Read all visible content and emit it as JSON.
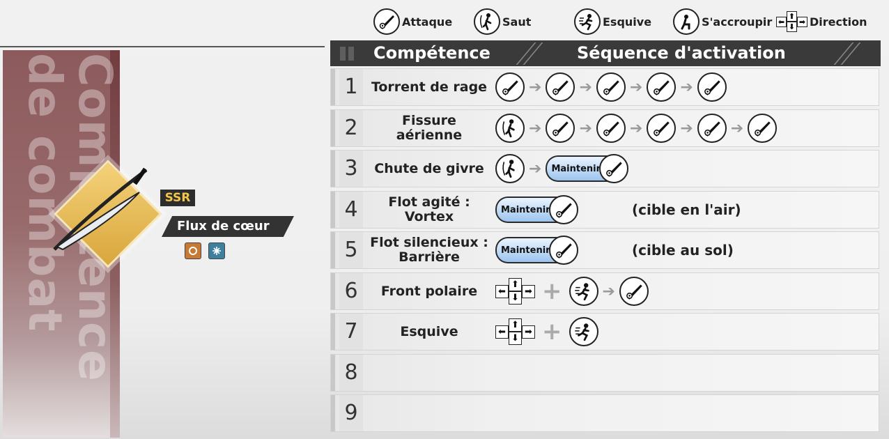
{
  "legend": {
    "attack": "Attaque",
    "jump": "Saut",
    "dodge": "Esquive",
    "crouch": "S'accroupir",
    "direction": "Direction"
  },
  "banner": {
    "line1": "Compétence",
    "line2": "de combat"
  },
  "weapon": {
    "rarity": "SSR",
    "name": "Flux de cœur"
  },
  "table": {
    "header_skill": "Compétence",
    "header_sequence": "Séquence d'activation"
  },
  "hold_label": "Maintenir",
  "rows": [
    {
      "num": "1",
      "name": "Torrent de rage",
      "seq": [
        "attack",
        "attack",
        "attack",
        "attack",
        "attack"
      ]
    },
    {
      "num": "2",
      "name": "Fissure aérienne",
      "seq": [
        "jump",
        "attack",
        "attack",
        "attack",
        "attack",
        "attack"
      ]
    },
    {
      "num": "3",
      "name": "Chute de givre",
      "seq": [
        "jump",
        "hold-attack"
      ]
    },
    {
      "num": "4",
      "name": "Flot agité : Vortex",
      "seq": [
        "hold-attack"
      ],
      "note": "(cible en l'air)"
    },
    {
      "num": "5",
      "name": "Flot silencieux : Barrière",
      "seq": [
        "hold-attack"
      ],
      "note": "(cible au sol)"
    },
    {
      "num": "6",
      "name": "Front polaire",
      "seq": [
        "direction",
        "+",
        "dodge",
        "attack"
      ]
    },
    {
      "num": "7",
      "name": "Esquive",
      "seq": [
        "direction",
        "+",
        "dodge"
      ]
    },
    {
      "num": "8",
      "name": "",
      "seq": []
    },
    {
      "num": "9",
      "name": "",
      "seq": []
    }
  ],
  "icons": {
    "attack": "sword-icon",
    "jump": "jump-icon",
    "dodge": "dodge-icon",
    "crouch": "crouch-icon",
    "direction": "dpad-icon"
  }
}
